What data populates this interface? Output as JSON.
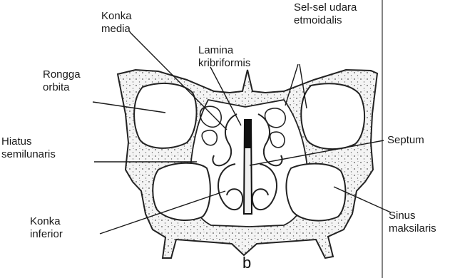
{
  "labels": {
    "konka_media": [
      "Konka",
      "media"
    ],
    "sel_udara": [
      "Sel-sel udara",
      "etmoidalis"
    ],
    "lamina": [
      "Lamina",
      "kribriformis"
    ],
    "rongga_orbita": [
      "Rongga",
      "orbita"
    ],
    "hiatus": [
      "Hiatus",
      "semilunaris"
    ],
    "septum": "Septum",
    "konka_inferior": [
      "Konka",
      "inferior"
    ],
    "sinus": [
      "Sinus",
      "maksilaris"
    ]
  },
  "figure_letter": "b"
}
